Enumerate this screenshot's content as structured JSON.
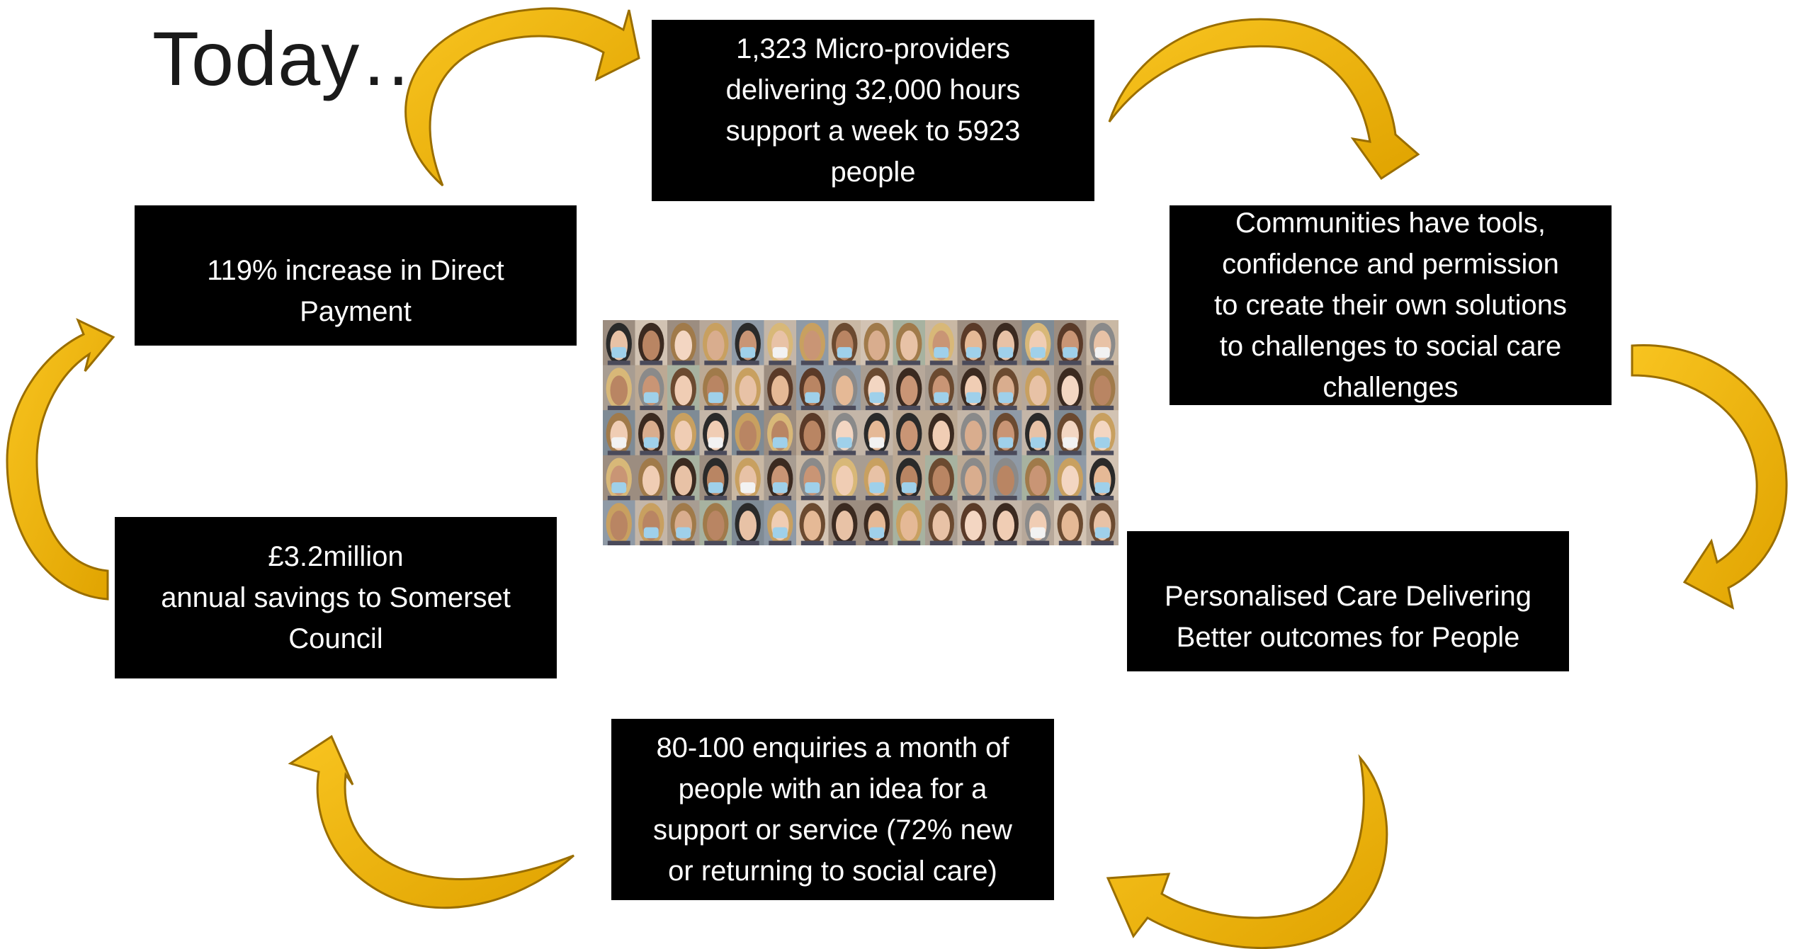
{
  "title": "Today…",
  "boxes": {
    "micro_providers": "1,323 Micro-providers\ndelivering 32,000 hours\nsupport a week to 5923\npeople",
    "communities": "Communities have tools,\nconfidence and permission\nto create their own solutions\nto  challenges to social care\nchallenges",
    "personalised": "Personalised Care Delivering\nBetter outcomes for People",
    "enquiries": "80-100 enquiries a month of\npeople with an idea for a\nsupport or service (72% new\nor returning to social care)",
    "savings": "£3.2million\nannual savings to Somerset\nCouncil",
    "direct_payment": "119% increase in Direct\nPayment"
  },
  "colors": {
    "box_background": "#000000",
    "box_text": "#ffffff",
    "arrow_fill": "#f2b705",
    "arrow_outline": "#9a6e00"
  },
  "icons": {
    "arrow": "curved-arrow-icon",
    "collage": "faces-photo-collage"
  }
}
